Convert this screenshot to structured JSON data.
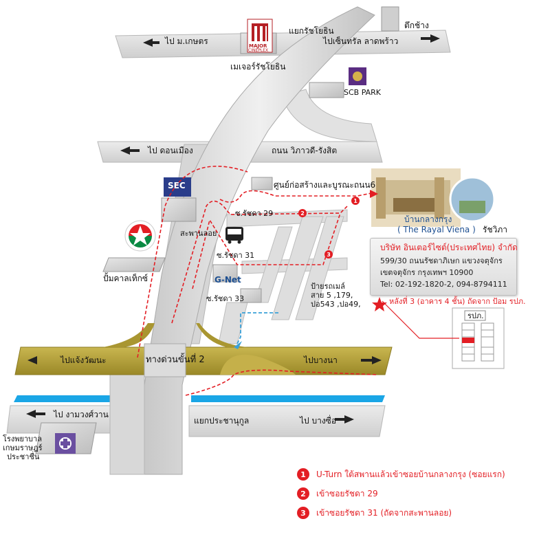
{
  "roads": {
    "to_kaset": "ไป ม.เกษตร",
    "ratchayothin_intersection": "แยกรัชโยธิน",
    "tuk_chang": "ตึกช้าง",
    "to_central_ladprao": "ไปเซ็นทรัล ลาดพร้าว",
    "to_donmuang": "ไป ดอนเมือง",
    "vibhavadi": "ถนน วิภาวดี-รังสิต",
    "to_chaengwattana": "ไปแจ้งวัฒนะ",
    "expressway2": "ทางด่วนขั้นที่ 2",
    "to_bangna": "ไปบางนา",
    "to_ngamwongwan": "ไป งามวงศ์วาน",
    "prachanukul": "แยกประชานุกูล",
    "to_bangsue": "ไป บางซื่อ"
  },
  "places": {
    "major_cineplex": "เมเจอร์รัชโยธิน",
    "major_logo_text": "MAJOR",
    "major_logo_sub": "CINEPLEX",
    "scb_park": "SCB PARK",
    "construction_center": "ศูนย์ก่อสร้างและบูรณะถนน6",
    "soi_ratchada_29": "ซ.รัชดา 29",
    "sapan_loi": "สะพานลอย",
    "soi_ratchada_31": "ซ.รัชดา 31",
    "gnet": "G-Net",
    "soi_ratchada_33": "ซ.รัชดา 33",
    "caltex": "ปั้มคาลเท็กซ์",
    "sec_logo": "SEC",
    "bus_stop": "ป้ายรถเมล์",
    "bus_lines_1": "สาย 5 ,179,",
    "bus_lines_2": "ปอ543 ,ปอ49,",
    "hospital_1": "โรงพยาบาล",
    "hospital_2": "เกษมราษฎร์",
    "hospital_3": "ประชาชื่น",
    "baan_klang_krung": "บ้านกลางกรุง",
    "royal_viena": "( The Rayal Viena )",
    "ratchawipha": "รัชวิภา"
  },
  "company": {
    "name": "บริษัท อินเตอร์ไซต์(ประเทศไทย) จำกัด",
    "address1": "599/30 ถนนรัชดาภิเษก แขวงจตุจักร",
    "address2": "เขตจตุจักร กรุงเทพฯ 10900",
    "tel": "Tel: 02-192-1820-2, 094-8794111"
  },
  "building_note": "หลังที่ 3 (อาคาร 4 ชั้น) ถัดจาก ป้อม รปภ.",
  "guard_post": "รปภ.",
  "route_numbers": [
    "1",
    "2",
    "3"
  ],
  "legend": [
    {
      "num": "1",
      "text": "U-Turn ใต้สพานแล้วเข้าซอยบ้านกลางกรุง (ซอยแรก)"
    },
    {
      "num": "2",
      "text": "เข้าซอยรัชดา 29"
    },
    {
      "num": "3",
      "text": "เข้าซอยรัชดา 31 (ถัดจากสะพานลอย)"
    }
  ],
  "colors": {
    "road": "#dcdcdc",
    "road_edge": "#b7b7b7",
    "expressway": "#b8a43a",
    "canal": "#1aa6e6",
    "route_red": "#e31e24",
    "route_blue": "#3aa0d8",
    "major_brand": "#b51f24",
    "scb_purple": "#5a2d82"
  }
}
